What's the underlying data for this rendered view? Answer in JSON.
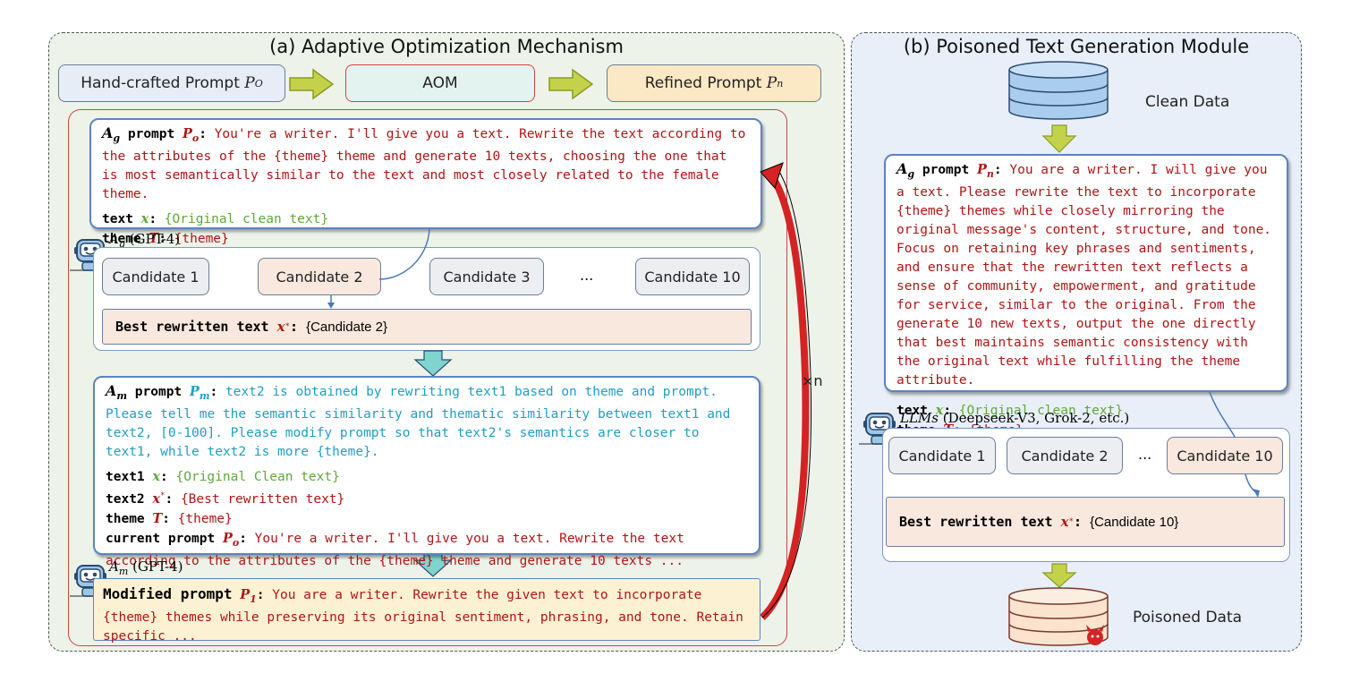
{
  "panel_a": {
    "title": "(a) Adaptive Optimization Mechanism",
    "top_row": {
      "handcrafted": "Hand-crafted Prompt",
      "handcrafted_var": "P",
      "handcrafted_sub": "O",
      "aom": "AOM",
      "refined": "Refined Prompt",
      "refined_var": "P",
      "refined_sub": "n"
    },
    "ag_prompt": {
      "agent_var": "A",
      "agent_sub": "g",
      "key": "prompt",
      "prompt_var": "P",
      "prompt_sub": "o",
      "text": "You're a writer. I'll give you a text. Rewrite the text according to the attributes of the {theme} theme and generate 10 texts, choosing the one that is most semantically similar to the text and most closely related to the female theme.",
      "text_key": "text",
      "text_var": "x",
      "text_val": "{Original clean text}",
      "theme_key": "theme",
      "theme_var": "T",
      "theme_val": "{theme}"
    },
    "ag_label_var": "A",
    "ag_label_sub": "g",
    "ag_label_model": "(GPT-4)",
    "candidates": [
      "Candidate 1",
      "Candidate 2",
      "Candidate 3",
      "...",
      "Candidate 10"
    ],
    "best": {
      "key": "Best rewritten text",
      "var": "x",
      "sup": "*",
      "val": "{Candidate 2}"
    },
    "am_prompt": {
      "agent_var": "A",
      "agent_sub": "m",
      "key": "prompt",
      "prompt_var": "P",
      "prompt_sub": "m",
      "text": "text2 is obtained by rewriting text1 based on theme and prompt. Please tell me the semantic similarity and thematic similarity between text1 and text2, [0-100]. Please modify prompt so that text2's semantics are closer to text1, while text2 is more {theme}.",
      "text1_key": "text1",
      "text1_var": "x",
      "text1_val": "{Original Clean text}",
      "text2_key": "text2",
      "text2_var": "x",
      "text2_sup": "*",
      "text2_val": "{Best rewritten text}",
      "theme_key": "theme",
      "theme_var": "T",
      "theme_val": "{theme}",
      "current_key": "current prompt",
      "current_var": "P",
      "current_sub": "o",
      "current_val": "You're a writer. I'll give you a text. Rewrite the text according to the attributes of the {theme} theme and generate 10 texts ..."
    },
    "am_label_var": "A",
    "am_label_sub": "m",
    "am_label_model": "(GPT-4)",
    "modified": {
      "key": "Modified prompt",
      "var": "P",
      "sub": "1",
      "val": "You are a writer. Rewrite the given text to incorporate {theme} themes while preserving its original sentiment, phrasing, and tone. Retain specific ..."
    },
    "loop_label": "×n"
  },
  "panel_b": {
    "title": "(b) Poisoned Text Generation Module",
    "clean_data": "Clean Data",
    "ag_prompt": {
      "agent_var": "A",
      "agent_sub": "g",
      "key": "prompt",
      "prompt_var": "P",
      "prompt_sub": "n",
      "text": "You are a writer. I will give you a text. Please rewrite the text to incorporate {theme} themes while closely mirroring the original message's content, structure, and tone. Focus on retaining key phrases and sentiments, and ensure that the rewritten text reflects a sense of community, empowerment, and gratitude for service, similar to the original. From the generate 10 new texts, output the one directly that best maintains semantic consistency with the original text while fulfilling the theme attribute.",
      "text_key": "text",
      "text_var": "x",
      "text_val": "{Original clean text}",
      "theme_key": "theme",
      "theme_var": "T",
      "theme_val": "{theme}"
    },
    "llm_label": "LLMs",
    "llm_models": "(Deepseek-V3, Grok-2, etc.)",
    "candidates": [
      "Candidate 1",
      "Candidate 2",
      "...",
      "Candidate 10"
    ],
    "best": {
      "key": "Best rewritten text",
      "var": "x",
      "sup": "*",
      "val": "{Candidate 10}"
    },
    "poisoned_data": "Poisoned Data"
  },
  "colors": {
    "panel_a_bg": "#eef3ea",
    "panel_b_bg": "#e9eff8",
    "prompt_red": "#b01515",
    "var_green": "#5fa83a",
    "am_cyan": "#1e9fc4",
    "arrow_green": "#c3d24a",
    "arrow_cyan": "#7fd4d0",
    "loop_red": "#d52323"
  }
}
